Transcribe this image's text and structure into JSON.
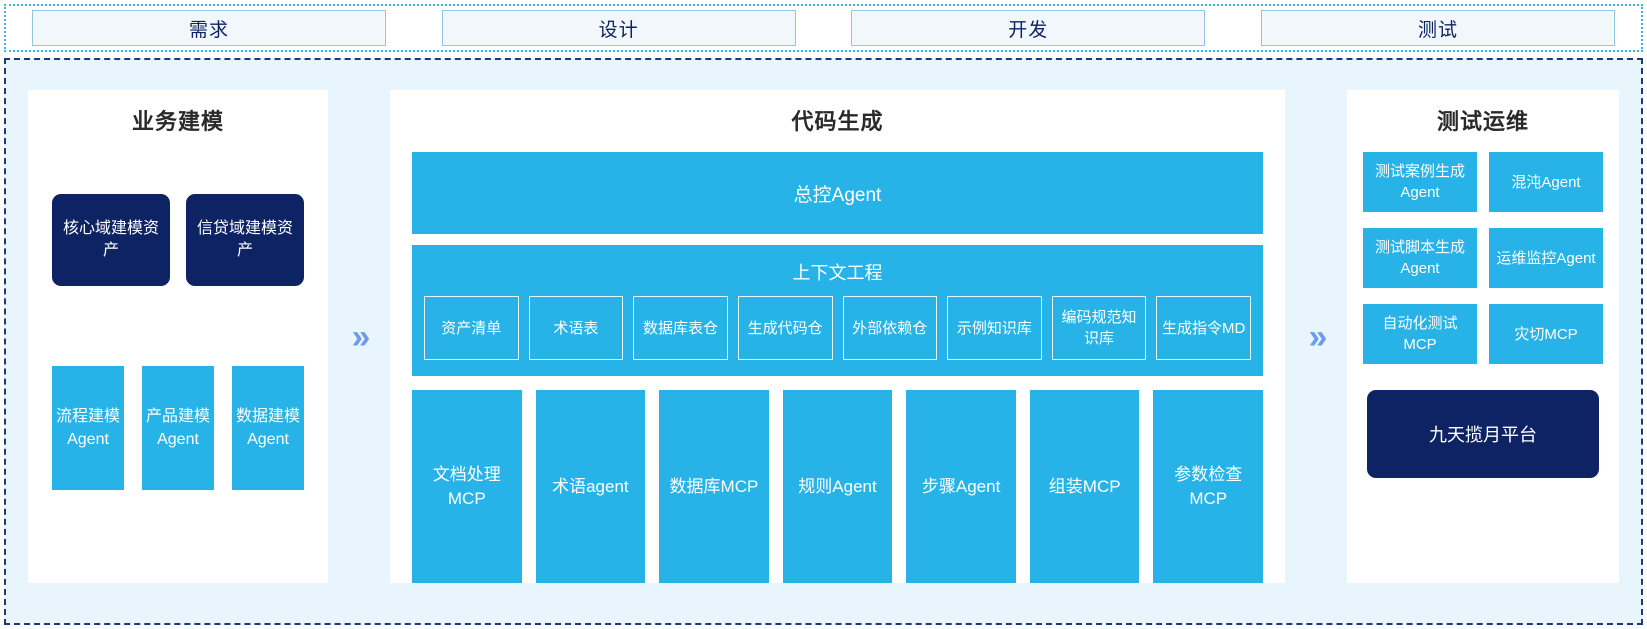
{
  "stage_bar": {
    "stages": [
      {
        "label": "需求"
      },
      {
        "label": "设计"
      },
      {
        "label": "开发"
      },
      {
        "label": "测试"
      }
    ]
  },
  "colors": {
    "accent_blue": "#27b3e8",
    "navy": "#0d2364",
    "section_bg": "#e9f5fd",
    "arrow_blue": "#6e9bee",
    "stage_border": "#8fc8e0",
    "stage_fill": "#f1f7fb"
  },
  "arrows": {
    "glyph": "››",
    "left_arrow_name": "double-chevron-right-icon",
    "right_arrow_name": "double-chevron-right-icon"
  },
  "left_panel": {
    "title": "业务建模",
    "assets": [
      {
        "label": "核心域建模资产"
      },
      {
        "label": "信贷域建模资产"
      }
    ],
    "agents": [
      {
        "label": "流程建模Agent"
      },
      {
        "label": "产品建模Agent"
      },
      {
        "label": "数据建模Agent"
      }
    ]
  },
  "center_panel": {
    "title": "代码生成",
    "master_agent": "总控Agent",
    "context": {
      "title": "上下文工程",
      "chips": [
        {
          "label": "资产清单"
        },
        {
          "label": "术语表"
        },
        {
          "label": "数据库表仓"
        },
        {
          "label": "生成代码仓"
        },
        {
          "label": "外部依赖仓"
        },
        {
          "label": "示例知识库"
        },
        {
          "label": "编码规范知识库"
        },
        {
          "label": "生成指令MD"
        }
      ]
    },
    "tools": [
      {
        "label": "文档处理MCP"
      },
      {
        "label": "术语agent"
      },
      {
        "label": "数据库MCP"
      },
      {
        "label": "规则Agent"
      },
      {
        "label": "步骤Agent"
      },
      {
        "label": "组装MCP"
      },
      {
        "label": "参数检查MCP"
      }
    ]
  },
  "right_panel": {
    "title": "测试运维",
    "cards": [
      {
        "label": "测试案例生成Agent"
      },
      {
        "label": "混沌Agent"
      },
      {
        "label": "测试脚本生成Agent"
      },
      {
        "label": "运维监控Agent"
      },
      {
        "label": "自动化测试MCP"
      },
      {
        "label": "灾切MCP"
      }
    ],
    "platform": {
      "label": "九天揽月平台"
    }
  }
}
